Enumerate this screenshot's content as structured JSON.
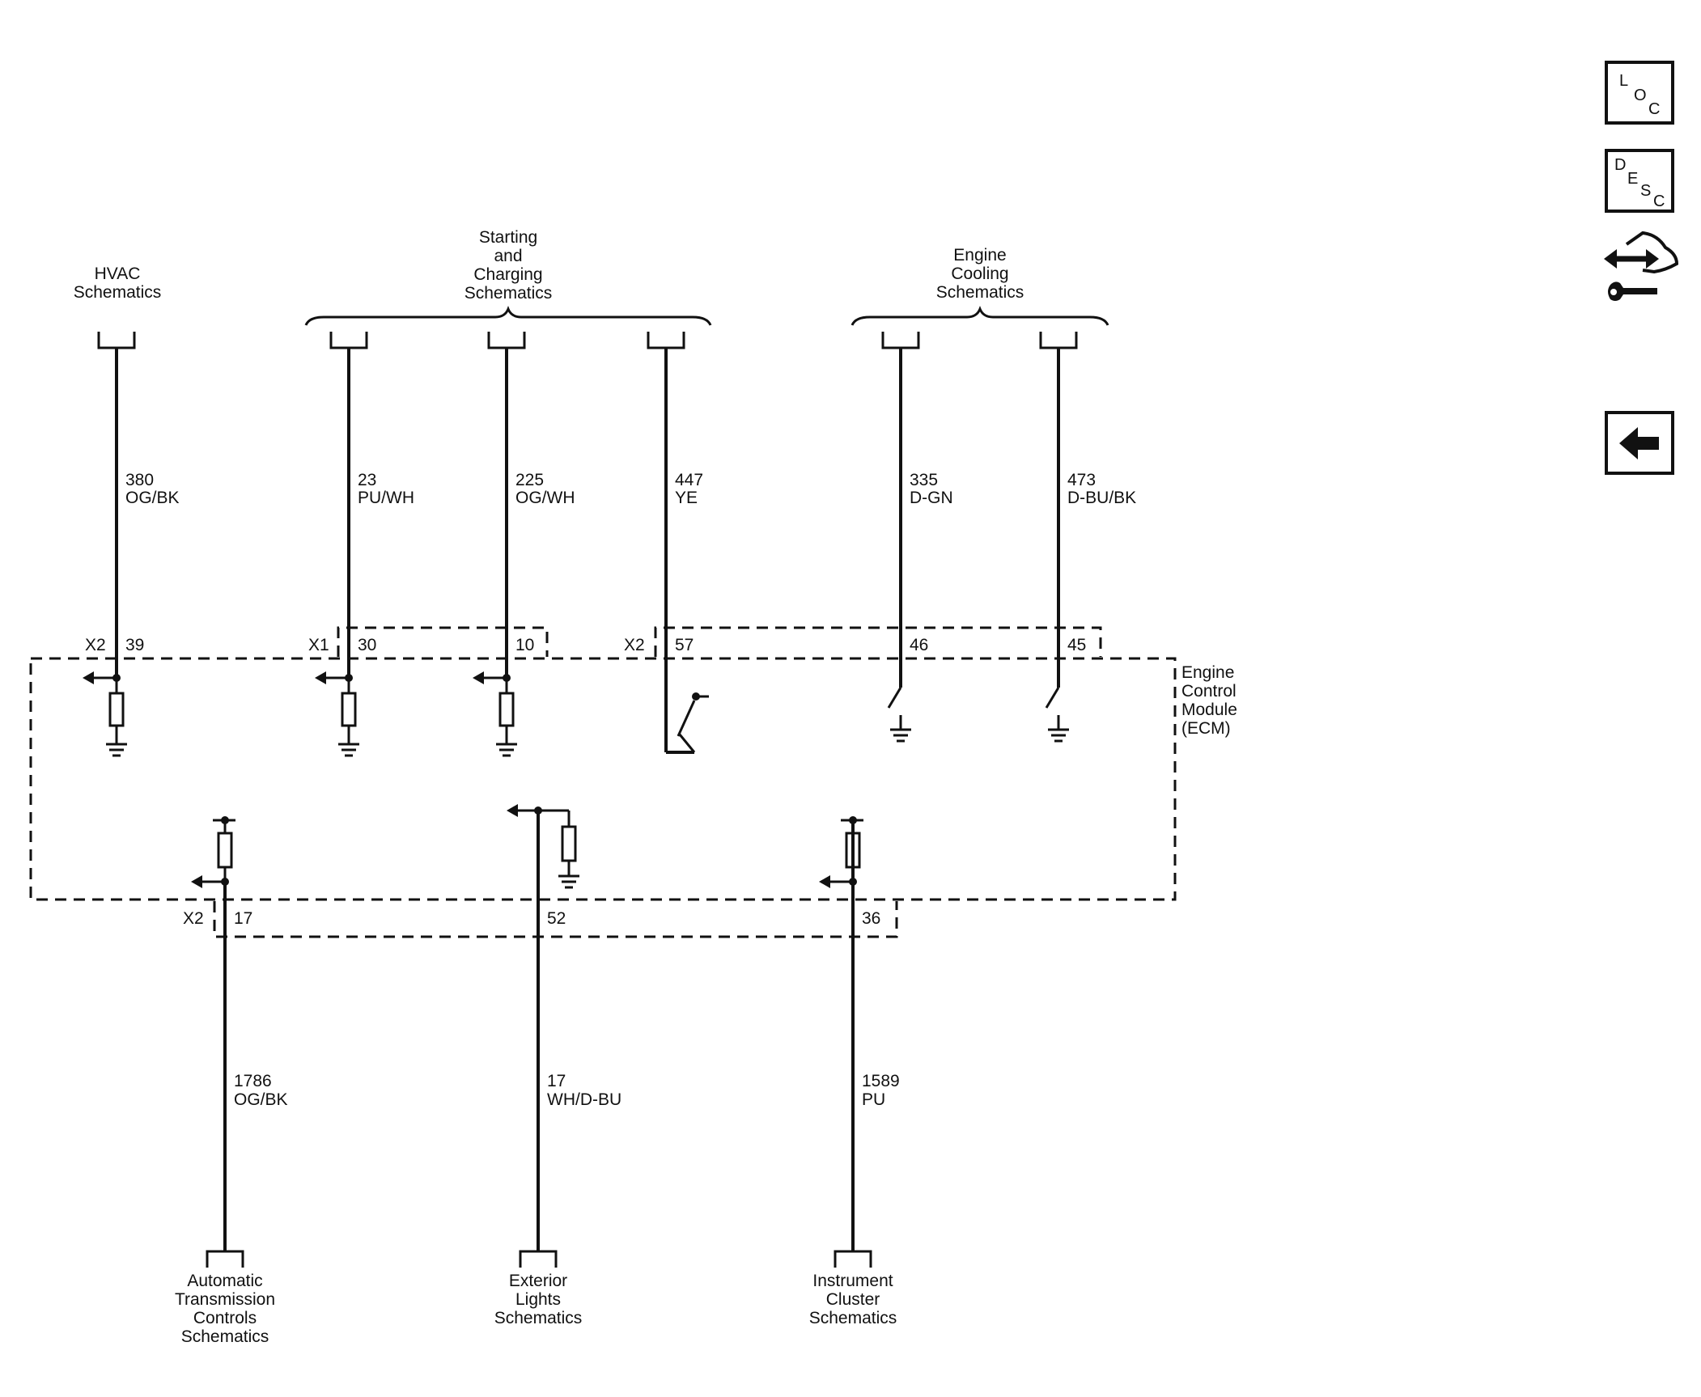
{
  "top_destinations": [
    {
      "lines": [
        "HVAC",
        "Schematics"
      ]
    },
    {
      "lines": [
        "Starting",
        "and",
        "Charging",
        "Schematics"
      ]
    },
    {
      "lines": [
        "Engine",
        "Cooling",
        "Schematics"
      ]
    }
  ],
  "bottom_destinations": [
    {
      "lines": [
        "Automatic",
        "Transmission",
        "Controls",
        "Schematics"
      ]
    },
    {
      "lines": [
        "Exterior",
        "Lights",
        "Schematics"
      ]
    },
    {
      "lines": [
        "Instrument",
        "Cluster",
        "Schematics"
      ]
    }
  ],
  "top_circuits": [
    {
      "circuit": "380",
      "color": "OG/BK"
    },
    {
      "circuit": "23",
      "color": "PU/WH"
    },
    {
      "circuit": "225",
      "color": "OG/WH"
    },
    {
      "circuit": "447",
      "color": "YE"
    },
    {
      "circuit": "335",
      "color": "D-GN"
    },
    {
      "circuit": "473",
      "color": "D-BU/BK"
    }
  ],
  "bottom_circuits": [
    {
      "circuit": "1786",
      "color": "OG/BK"
    },
    {
      "circuit": "17",
      "color": "WH/D-BU"
    },
    {
      "circuit": "1589",
      "color": "PU"
    }
  ],
  "top_connectors": [
    {
      "connector": "X2",
      "pin": "39"
    },
    {
      "connector": "X1",
      "pin": "30"
    },
    {
      "connector": "",
      "pin": "10"
    },
    {
      "connector": "X2",
      "pin": "57"
    },
    {
      "connector": "",
      "pin": "46"
    },
    {
      "connector": "",
      "pin": "45"
    }
  ],
  "bottom_connectors": [
    {
      "connector": "X2",
      "pin": "17"
    },
    {
      "connector": "",
      "pin": "52"
    },
    {
      "connector": "",
      "pin": "36"
    }
  ],
  "module": {
    "lines": [
      "Engine",
      "Control",
      "Module",
      "(ECM)"
    ]
  },
  "side_buttons": {
    "loc": [
      "L",
      "O",
      "C"
    ],
    "desc": [
      "D",
      "E",
      "S",
      "C"
    ]
  }
}
